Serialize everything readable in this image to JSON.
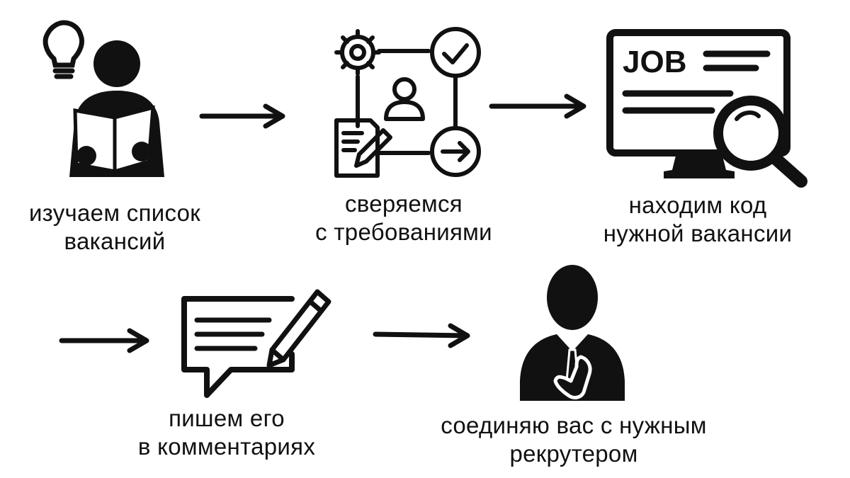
{
  "steps": [
    {
      "id": "study",
      "icon": "person-reading-with-lightbulb-icon",
      "line1": "изучаем список",
      "line2": "вакансий"
    },
    {
      "id": "check",
      "icon": "requirements-workflow-icon",
      "line1": "сверяемся",
      "line2": "с требованиями"
    },
    {
      "id": "find",
      "icon": "monitor-job-search-icon",
      "job_text": "JOB",
      "line1": "находим код",
      "line2": "нужной вакансии"
    },
    {
      "id": "write",
      "icon": "comment-with-pencil-icon",
      "line1": "пишем его",
      "line2": "в комментариях"
    },
    {
      "id": "connect",
      "icon": "recruiter-with-phone-icon",
      "line1": "соединяю вас с нужным",
      "line2": "рекрутером"
    }
  ],
  "colors": {
    "ink": "#111111",
    "background": "#ffffff"
  }
}
